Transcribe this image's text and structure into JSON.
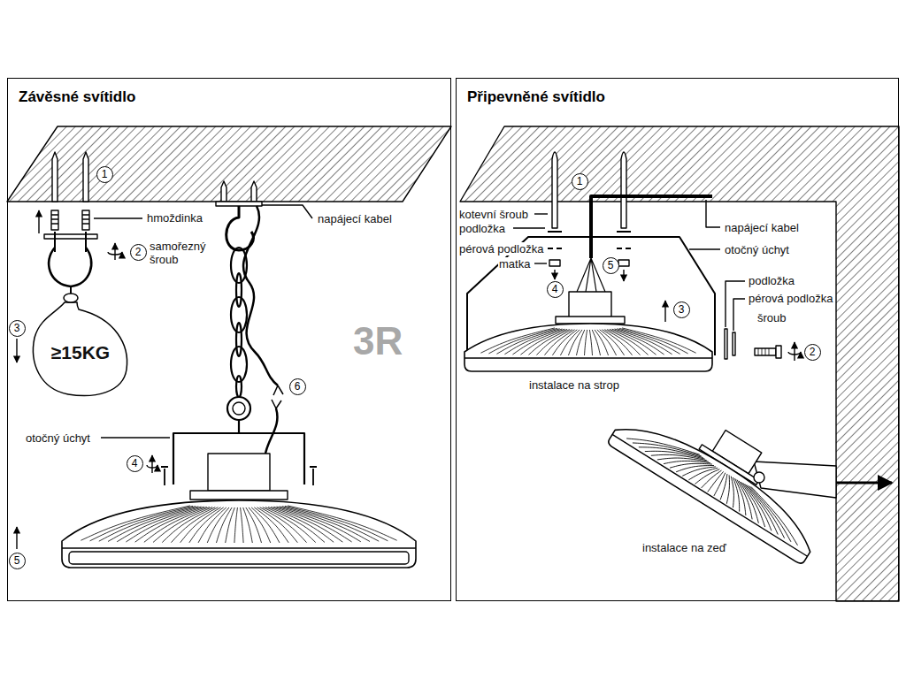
{
  "diagram": {
    "nodes": [
      {
        "text": [
          "Závěsné svítidlo"
        ]
      },
      {
        "text": [
          "1"
        ],
        "in": 0
      },
      {
        "text": [
          "2"
        ],
        "in": 0
      },
      {
        "text": [
          "3"
        ],
        "in": 0
      },
      {
        "text": [
          "≥15KG"
        ],
        "in": 0
      },
      {
        "text": [
          "6"
        ],
        "in": 0
      },
      {
        "text": [
          "4"
        ],
        "in": 0
      },
      {
        "text": [
          "5"
        ],
        "in": 0
      },
      {
        "text": [
          "Připevněné svítidlo"
        ]
      },
      {
        "text": [
          "1"
        ],
        "in": 8
      },
      {
        "text": [
          "5"
        ],
        "in": 8
      },
      {
        "text": [
          "4"
        ],
        "in": 8
      },
      {
        "text": [
          "3"
        ],
        "in": 8
      },
      {
        "text": [
          "2"
        ],
        "in": 8
      }
    ],
    "labels": [
      "hmoždinka",
      "samořezný šroub",
      "napájecí kabel",
      "3R",
      "otočný úchyt",
      "kotevní šroub",
      "podložka",
      "pérová podložka",
      "matka",
      "napájecí kabel",
      "otočný úchyt",
      "podložka",
      "pérová podložka",
      "šroub",
      "instalace na strop",
      "instalace na zeď"
    ]
  }
}
